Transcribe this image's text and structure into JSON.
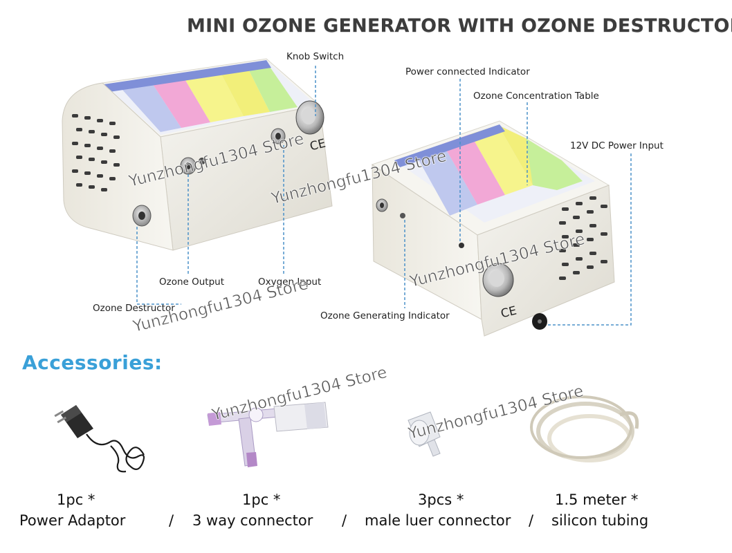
{
  "title": "MINI OZONE GENERATOR WITH OZONE DESTRUCTOR",
  "callouts": {
    "knob_switch": "Knob Switch",
    "power_indicator": "Power connected Indicator",
    "concentration_table": "Ozone Concentration Table",
    "dc_input": "12V DC Power Input",
    "ozone_output": "Ozone Output",
    "oxygen_input": "Oxygen Input",
    "ozone_destructor": "Ozone Destructor",
    "generating_indicator": "Ozone Generating Indicator"
  },
  "accessories": {
    "heading": "Accessories:",
    "items": [
      {
        "qty": "1pc *",
        "name": "Power Adaptor"
      },
      {
        "qty": "1pc *",
        "name": "3 way connector"
      },
      {
        "qty": "3pcs *",
        "name": "male luer connector"
      },
      {
        "qty": "1.5 meter *",
        "name": "silicon tubing"
      }
    ],
    "separator": "/"
  },
  "device_marks": {
    "ce": "CE"
  },
  "watermark": "Yunzhongfu1304 Store",
  "colors": {
    "title": "#3c3c3c",
    "accessories_heading": "#3aa0d8",
    "leader_line": "#4a90c8",
    "device_body": "#f3f1ea"
  }
}
